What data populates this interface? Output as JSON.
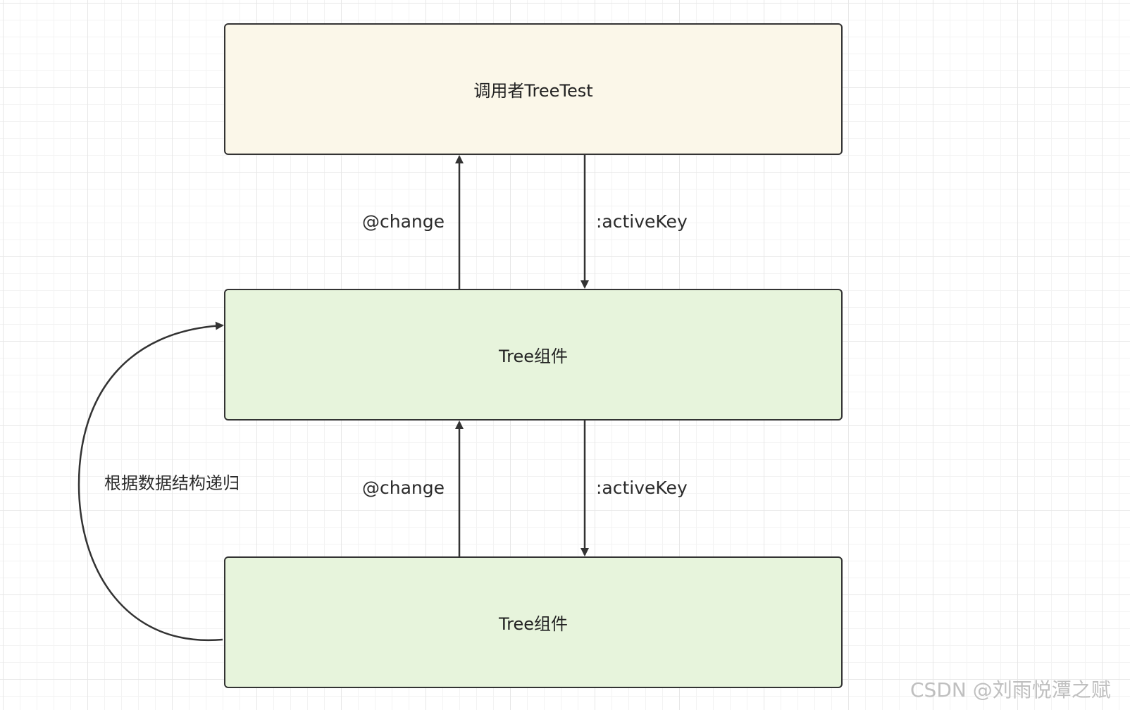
{
  "diagram": {
    "nodes": {
      "caller": {
        "label": "调用者TreeTest",
        "fill": "#fbf7e9"
      },
      "tree_parent": {
        "label": "Tree组件",
        "fill": "#e7f4dc"
      },
      "tree_child": {
        "label": "Tree组件",
        "fill": "#e7f4dc"
      }
    },
    "edges": {
      "parent_to_caller": {
        "label": "@change",
        "from": "tree_parent",
        "to": "caller"
      },
      "caller_to_parent": {
        "label": ":activeKey",
        "from": "caller",
        "to": "tree_parent"
      },
      "child_to_parent": {
        "label": "@change",
        "from": "tree_child",
        "to": "tree_parent"
      },
      "parent_to_child": {
        "label": ":activeKey",
        "from": "tree_parent",
        "to": "tree_child"
      },
      "recursion": {
        "label": "根据数据结构递归",
        "from": "tree_child",
        "to": "tree_parent"
      }
    },
    "stroke_color": "#333333"
  },
  "watermark": "CSDN @刘雨悦潭之赋"
}
